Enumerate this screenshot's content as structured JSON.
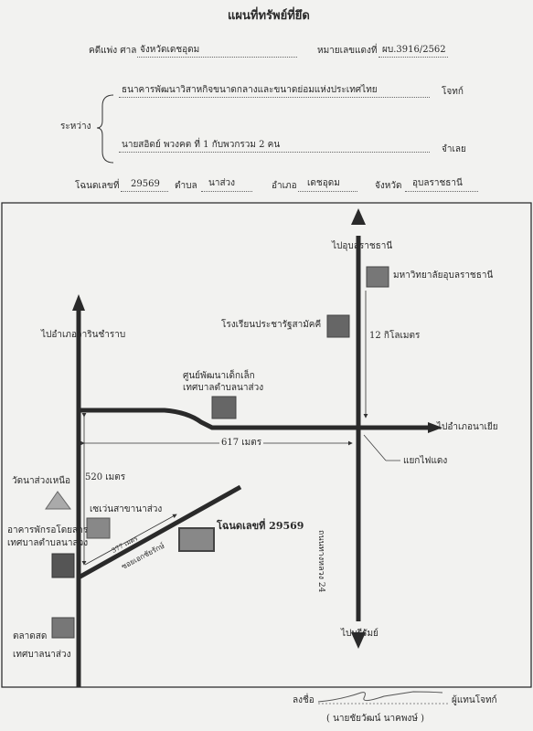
{
  "doc": {
    "title": "แผนที่ทรัพย์ที่ยึด",
    "case_label": "คดีแพ่ง ศาล",
    "court": "จังหวัดเดชอุดม",
    "case_no_label": "หมายเลขแดงที่",
    "case_no": "ผบ.3916/2562",
    "between_label": "ระหว่าง",
    "plaintiff": "ธนาคารพัฒนาวิสาหกิจขนาดกลางและขนาดย่อมแห่งประเทศไทย",
    "plaintiff_role": "โจทก์",
    "defendant": "นายสอิดย์  พวงคต  ที่  1  กับพวกรวม  2  คน",
    "defendant_role": "จำเลย",
    "deed_label": "โฉนดเลขที่",
    "deed_no": "29569",
    "subdistrict_label": "ตำบล",
    "subdistrict": "นาส่วง",
    "district_label": "อำเภอ",
    "district": "เดชอุดม",
    "province_label": "จังหวัด",
    "province": "อุบลราชธานี"
  },
  "map": {
    "to_ubon": "ไปอุบลราชธานี",
    "ubon_university": "มหาวิทยาลัยอุบลราชธานี",
    "school": "โรงเรียนประชารัฐสามัคคี",
    "dist_12km": "12 กิโลเมตร",
    "to_warin": "ไปอำเภอวารินชำราบ",
    "childcare_1": "ศูนย์พัฒนาเด็กเล็ก",
    "childcare_2": "เทศบาลตำบลนาส่วง",
    "to_natal": "ไปอำเภอนาเยีย",
    "dist_617": "617 เมตร",
    "traffic_light": "แยกไฟแดง",
    "dist_520": "520 เมตร",
    "temple": "วัดนาส่วงเหนือ",
    "seven_eleven": "เซเว่นสาขานาส่วง",
    "road_24": "ถนนทางหลวง 24",
    "dist_377": "377 เมตร",
    "soi": "ซอยเอกชัยรักษ์",
    "plot": "โฉนดเลขที่ 29569",
    "office_1": "อาคารพักรอโดยสาร",
    "office_2": "เทศบาลตำบลนาส่วง",
    "market_1": "ตลาดสด",
    "market_2": "เทศบาลนาส่วง",
    "to_buriram": "ไปบุรีรัมย์"
  },
  "sign": {
    "sign_label": "ลงชื่อ",
    "role": "ผู้แทนโจทก์",
    "name": "(  นายชัยวัฒน์   นาคพงษ์  )"
  }
}
